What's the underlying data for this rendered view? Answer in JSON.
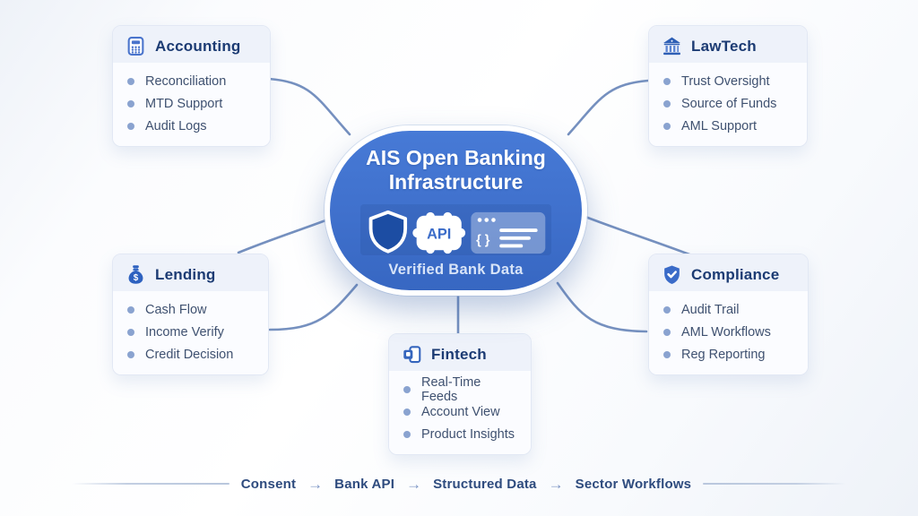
{
  "diagram": {
    "center": {
      "title_line1": "AIS Open Banking",
      "title_line2": "Infrastructure",
      "subtitle": "Verified Bank Data",
      "api_label": "API",
      "code_symbol": "{ }",
      "icons": [
        "shield-icon",
        "api-chip-icon",
        "browser-window-icon"
      ]
    },
    "nodes": {
      "accounting": {
        "title": "Accounting",
        "icon": "calculator-icon",
        "items": [
          "Reconciliation",
          "MTD Support",
          "Audit Logs"
        ]
      },
      "lawtech": {
        "title": "LawTech",
        "icon": "bank-icon",
        "items": [
          "Trust Oversight",
          "Source of Funds",
          "AML Support"
        ]
      },
      "lending": {
        "title": "Lending",
        "icon": "money-bag-icon",
        "items": [
          "Cash Flow",
          "Income Verify",
          "Credit Decision"
        ]
      },
      "compliance": {
        "title": "Compliance",
        "icon": "shield-check-icon",
        "items": [
          "Audit Trail",
          "AML Workflows",
          "Reg Reporting"
        ]
      },
      "fintech": {
        "title": "Fintech",
        "icon": "mobile-device-icon",
        "items": [
          "Real-Time Feeds",
          "Account View",
          "Product Insights"
        ]
      }
    },
    "flow": {
      "steps": [
        "Consent",
        "Bank API",
        "Structured Data",
        "Sector Workflows"
      ],
      "arrow_label": "→"
    },
    "colors": {
      "accent": "#3a6bc8",
      "center_top": "#477ad6",
      "center_bottom": "#3767c2",
      "connector": "#7590bf",
      "node_title": "#1c3b73",
      "node_item": "#3f5170",
      "bullet": "#8aa3d0",
      "flow_text": "#2e4b7e"
    }
  }
}
